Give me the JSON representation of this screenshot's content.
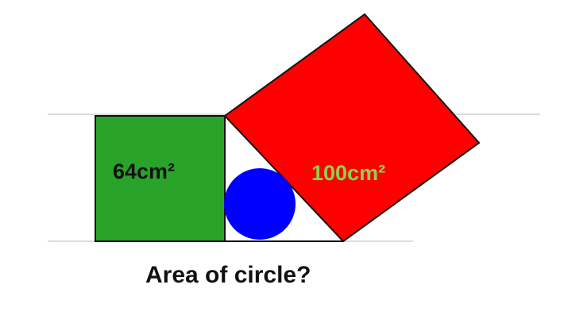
{
  "green_square": {
    "label": "64cm²",
    "fill": "#2aa32a",
    "label_color": "#111111"
  },
  "red_square": {
    "label": "100cm²",
    "fill": "#ff0000",
    "label_color": "#8fd14f"
  },
  "circle": {
    "fill": "#0000ff"
  },
  "question": {
    "text": "Area of circle?",
    "color": "#111111"
  },
  "guide_line_color": "#dddddd",
  "outline_color": "#111111"
}
